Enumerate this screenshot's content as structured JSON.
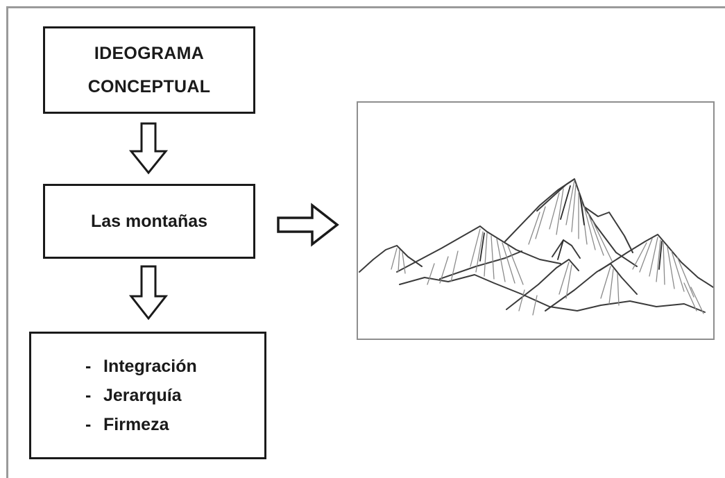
{
  "diagram": {
    "title_box": {
      "line1": "IDEOGRAMA",
      "line2": "CONCEPTUAL"
    },
    "middle_box": {
      "label": "Las montañas"
    },
    "list_box": {
      "items": [
        "Integración",
        "Jerarquía",
        "Firmeza"
      ]
    },
    "arrows": {
      "down_arrow_icon": "hollow-down-arrow",
      "right_arrow_icon": "hollow-right-arrow"
    },
    "illustration": {
      "icon": "mountain-sketch",
      "line_color": "#3a3a3a",
      "shade_color": "#8a8a8a"
    },
    "colors": {
      "box_border": "#1a1a1a",
      "frame_border": "#9a9a9a",
      "picture_border": "#8e8e8e"
    }
  }
}
